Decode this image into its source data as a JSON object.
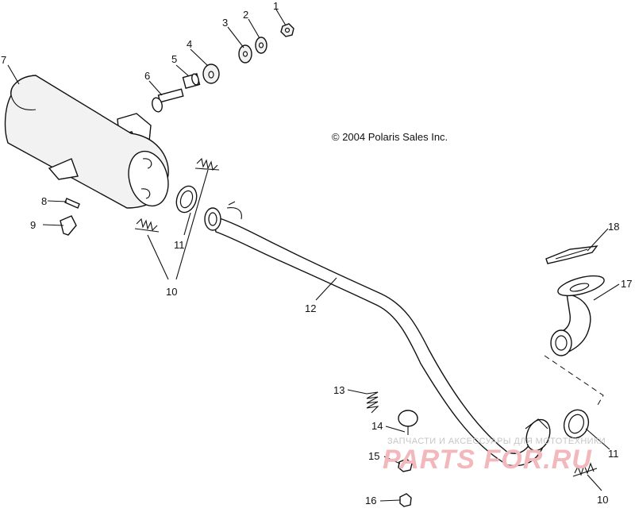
{
  "diagram": {
    "copyright": "© 2004 Polaris Sales Inc.",
    "callouts": {
      "c1": "1",
      "c2": "2",
      "c3": "3",
      "c4": "4",
      "c5": "5",
      "c6": "6",
      "c7": "7",
      "c8": "8",
      "c9": "9",
      "c10a": "10",
      "c10b": "10",
      "c11a": "11",
      "c11b": "11",
      "c12": "12",
      "c13": "13",
      "c14": "14",
      "c15": "15",
      "c16": "16",
      "c17": "17",
      "c18": "18"
    }
  },
  "watermark": {
    "caption": "ЗАПЧАСТИ И АКСЕССУАРЫ ДЛЯ МОТОТЕХНИКИ",
    "logo": "PARTS FOR.RU"
  }
}
